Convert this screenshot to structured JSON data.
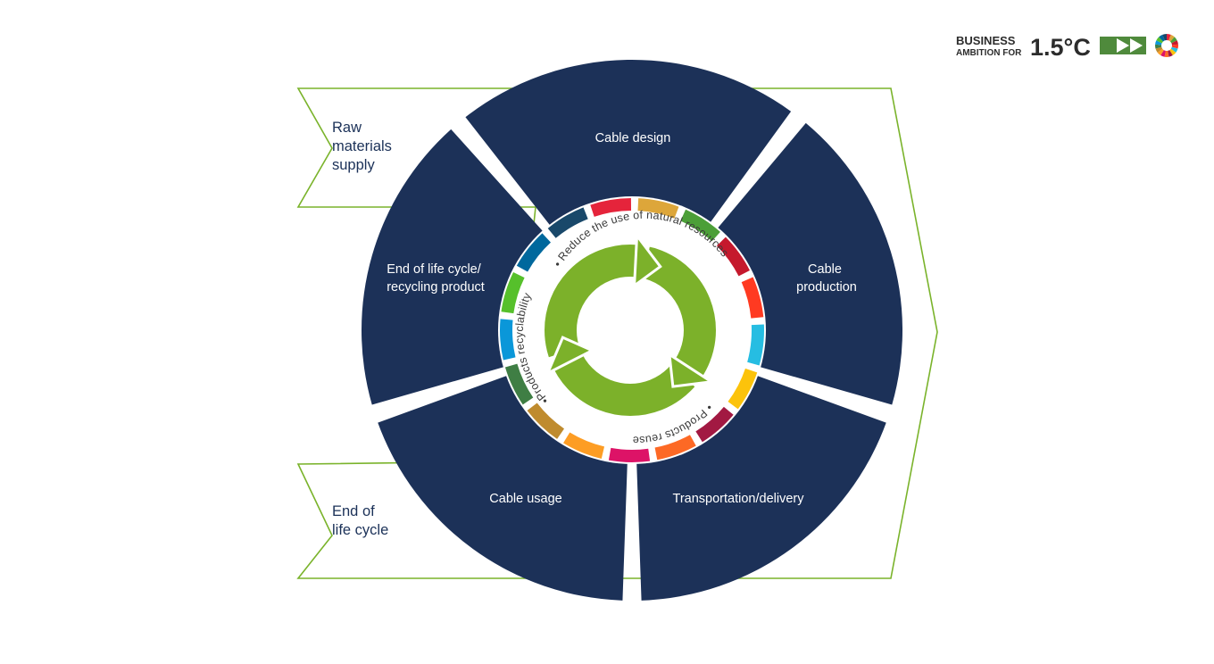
{
  "logo": {
    "line1": "BUSINESS",
    "line2": "AMBITION FOR",
    "temperature": "1.5°C",
    "accent_color": "#4f8a3c"
  },
  "side_labels": {
    "raw_materials": [
      "Raw",
      "materials",
      "supply"
    ],
    "end_of_life": [
      "End of",
      "life cycle"
    ]
  },
  "segments": {
    "cable_design": [
      "Cable design"
    ],
    "cable_production": [
      "Cable",
      "production"
    ],
    "transportation": [
      "Transportation/delivery"
    ],
    "cable_usage": [
      "Cable usage"
    ],
    "end_of_life_recycling": [
      "End of life cycle/",
      "recycling product"
    ]
  },
  "ring_texts": {
    "reduce": "• Reduce the use of natural resources",
    "reuse": "• Products reuse",
    "recyclability": "•Products recyclability"
  },
  "colors": {
    "navy": "#1c3158",
    "arrow_outline": "#7ab32b",
    "recycle_green": "#7cb12a",
    "text_navy": "#1b3158"
  },
  "sdg_colors": [
    "#e5243b",
    "#dda63a",
    "#4c9f38",
    "#c5192d",
    "#ff3a21",
    "#26bde2",
    "#fcc30b",
    "#a21942",
    "#fd6925",
    "#dd1367",
    "#fd9d24",
    "#bf8b2e",
    "#3f7e44",
    "#0a97d9",
    "#56c02b",
    "#00689d",
    "#19486a"
  ]
}
